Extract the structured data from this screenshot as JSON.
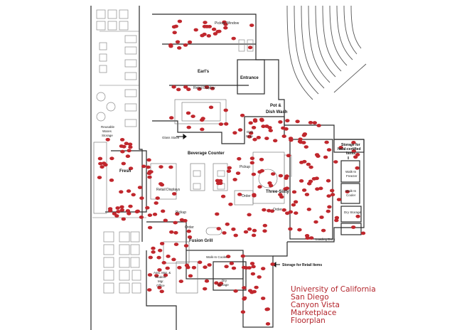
{
  "title_lines": [
    "University of California",
    "San Diego",
    "Canyon Vista",
    "Marketplace",
    "Floorplan"
  ],
  "labels": {
    "pickup_window": "Pickup Window",
    "earls": "Earl's",
    "entrance": "Entrance",
    "retail_display": "Retail Display",
    "pot_dish_wash_1": "Pot &",
    "pot_dish_wash_2": "Dish Wash",
    "dish_drop_1": "Dish",
    "dish_drop_2": "Drop",
    "reusable_1": "Reusable",
    "reusable_2": "Wares",
    "reusable_3": "Storage",
    "glass_stack": "Glass Stack",
    "beverage_counter": "Beverage Counter",
    "halal_1": "Storage for",
    "halal_2": "halal-certified",
    "halal_3": "items",
    "fresh": "Fresh",
    "pickup_center": "Pickup",
    "walk_in_freezer_1": "Walk-In",
    "walk_in_freezer_2": "Freezer",
    "walk_in_cooler_right_1": "Walk-In",
    "walk_in_cooler_right_2": "Cooler",
    "retail_displays": "Retail Displays",
    "order_center": "Order",
    "three_sixty": "Three-Sixty",
    "order_right": "Order",
    "dry_storage_right": "Dry Storage",
    "pickup_lower": "Pickup",
    "order_lower": "Order",
    "loading_dock": "Loading Dock",
    "fusion_grill": "Fusion Grill",
    "walk_in_cooler_lower": "Walk-In Cooler",
    "storage_retail": "Storage for Retail Items",
    "asst_1": "Asst. Mgr. &",
    "asst_2": "Student",
    "asst_3": "Mgr.",
    "asst_4": "Office",
    "dry_storage_lower_1": "Dry",
    "dry_storage_lower_2": "Storage"
  },
  "colors": {
    "accent": "#b3252c",
    "marker": "#c0272d",
    "wall": "#2b2b2b",
    "line": "#6a6a6a",
    "furniture": "#8a8a8a"
  }
}
